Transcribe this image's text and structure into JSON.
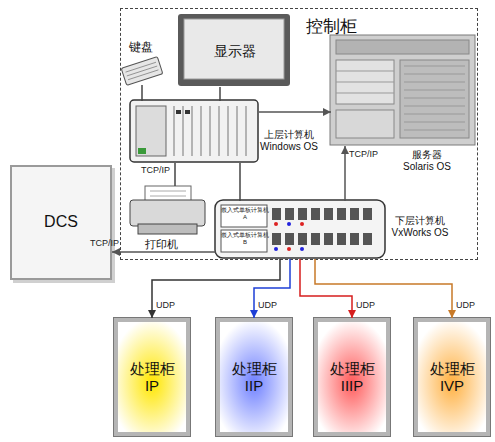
{
  "diagram": {
    "nodes": [
      {
        "text": [
          "控制柜"
        ]
      },
      {
        "text": [
          "显示器"
        ],
        "in": 0
      },
      {
        "text": [
          "键盘"
        ],
        "in": 0
      },
      {
        "text": [
          "服务器 Solaris OS"
        ],
        "in": 0
      },
      {
        "text": [
          "上层计算机 Windows OS"
        ],
        "in": 0
      },
      {
        "text": [
          "打印机"
        ],
        "in": 0
      },
      {
        "text": [
          "下层计算机 VxWorks OS"
        ],
        "in": 0
      },
      {
        "text": [
          "DCS"
        ]
      },
      {
        "text": [
          "处理柜",
          "IP"
        ]
      },
      {
        "text": [
          "处理柜",
          "IIP"
        ]
      },
      {
        "text": [
          "处理柜",
          "IIIP"
        ]
      },
      {
        "text": [
          "处理柜",
          "IVP"
        ]
      }
    ],
    "edges": [
      {
        "from": 2,
        "to": 4,
        "arrow": "none"
      },
      {
        "from": 4,
        "to": 1,
        "arrow": "none"
      },
      {
        "from": 4,
        "to": 5,
        "arrow": "none",
        "label": "TCP/IP"
      },
      {
        "from": 4,
        "to": 6,
        "arrow": "none"
      },
      {
        "from": 4,
        "to": 3,
        "arrow": "to"
      },
      {
        "from": 6,
        "to": 3,
        "arrow": "to",
        "label": "TCP/IP"
      },
      {
        "from": 6,
        "to": 7,
        "arrow": "to",
        "label": "TCP/IP"
      },
      {
        "from": 6,
        "to": 8,
        "arrow": "to",
        "label": "UDP"
      },
      {
        "from": 6,
        "to": 9,
        "arrow": "to",
        "label": "UDP"
      },
      {
        "from": 6,
        "to": 10,
        "arrow": "to",
        "label": "UDP"
      },
      {
        "from": 6,
        "to": 11,
        "arrow": "to",
        "label": "UDP"
      }
    ],
    "labels": [
      "嵌入式单板计算机A",
      "嵌入式单板计算机B"
    ]
  }
}
